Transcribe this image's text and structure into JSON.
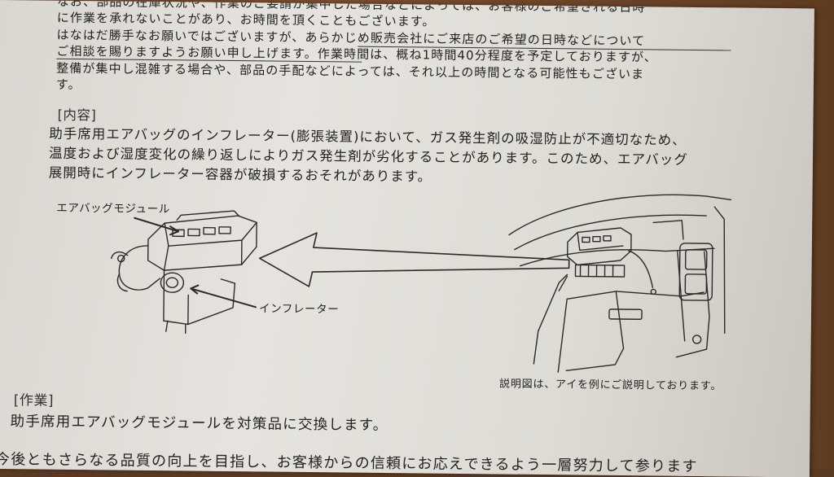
{
  "notice": {
    "intro_lines": [
      "なお、部品の在庫状況や、作業のご要請が集中した場合などによっては、お客様のご希望される日時",
      "に作業を承れないことがあり、お時間を頂くこともございます。",
      "はなはだ勝手なお願いではございますが、あらかじめ販売会社にご来店のご希望の日時などについて",
      "ご相談を賜りますようお願い申し上げます。作業時間は、概ね1時間40分程度を予定しておりますが、",
      "整備が集中し混雑する場合や、部品の手配などによっては、それ以上の時間となる可能性もございま",
      "す。"
    ],
    "content_heading": "[内容]",
    "content_lines": [
      "助手席用エアバッグのインフレーター(膨張装置)において、ガス発生剤の吸湿防止が不適切なため、",
      "温度および湿度変化の繰り返しによりガス発生剤が劣化することがあります。このため、エアバッグ",
      "展開時にインフレーター容器が破損するおそれがあります。"
    ],
    "diagram": {
      "label_module": "エアバッグモジュール",
      "label_inflator": "インフレーター",
      "caption": "説明図は、アイを例にご説明しております。"
    },
    "work_heading": "[作業]",
    "work_line": "助手席用エアバッグモジュールを対策品に交換します。",
    "closing_line": "今後ともさらなる品質の向上を目指し、お客様からの信頼にお応えできるよう一層努力して参ります"
  }
}
